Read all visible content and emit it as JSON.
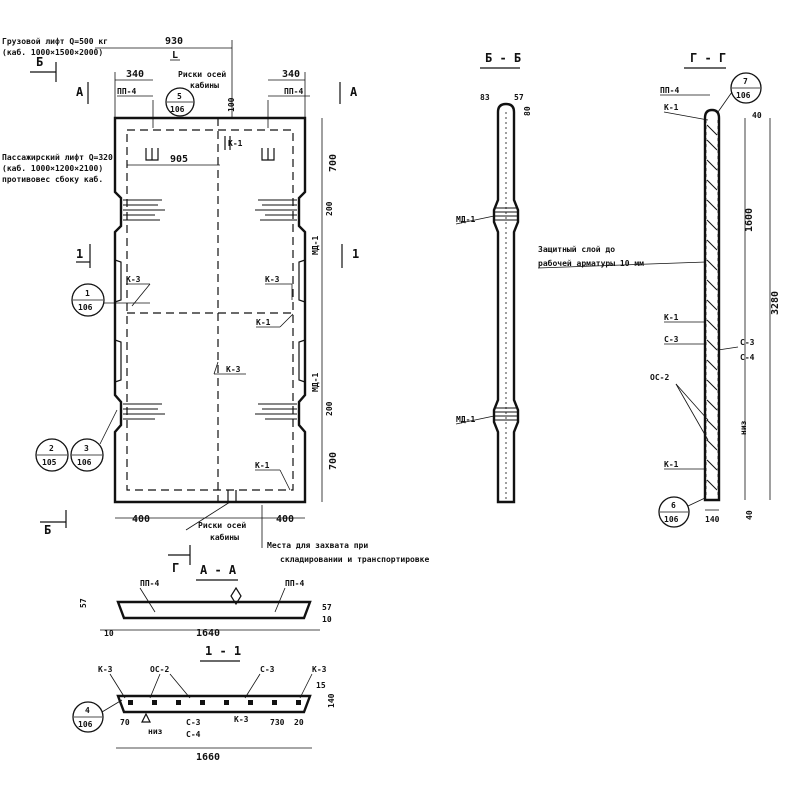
{
  "notes": {
    "cargo_lift_line1": "Грузовой лифт Q=500 кг",
    "cargo_lift_line2": "(каб. 1000×1500×2000)",
    "passenger_lift_line1": "Пассажирский лифт Q=320",
    "passenger_lift_line2": "(каб. 1000×1200×2100)",
    "passenger_lift_line3": "противовес сбоку каб.",
    "cabin_axis_top_1": "Риски осей",
    "cabin_axis_top_2": "кабины",
    "cabin_axis_bottom_1": "Риски осей",
    "cabin_axis_bottom_2": "кабины",
    "lifting_places_1": "Места для захвата при",
    "lifting_places_2": "складировании и транспортировке",
    "protective_layer_1": "Защитный слой до",
    "protective_layer_2": "рабочей арматуры 10 мм"
  },
  "section_titles": {
    "b_b": "Б - Б",
    "g_g": "Г - Г",
    "a_a": "А - А",
    "one_one": "1 - 1"
  },
  "markers": {
    "A": "А",
    "B": "Б",
    "G": "Г",
    "one": "1"
  },
  "labels": {
    "pp4": "ПП-4",
    "k1": "К-1",
    "k3": "К-3",
    "md1": "МД-1",
    "c3": "С-3",
    "c4": "С-4",
    "oc2": "ОС-2",
    "niz": "низ",
    "L": "L"
  },
  "bubbles": [
    {
      "top": "5",
      "bottom": "106"
    },
    {
      "top": "1",
      "bottom": "106"
    },
    {
      "top": "2",
      "bottom": "105"
    },
    {
      "top": "3",
      "bottom": "106"
    },
    {
      "top": "7",
      "bottom": "106"
    },
    {
      "top": "6",
      "bottom": "106"
    },
    {
      "top": "4",
      "bottom": "106"
    }
  ],
  "dims": {
    "d930": "930",
    "d340": "340",
    "d905": "905",
    "d100": "100",
    "d700": "700",
    "d200": "200",
    "d400": "400",
    "d83": "83",
    "d57": "57",
    "d80": "80",
    "d40": "40",
    "d1600": "1600",
    "d3280": "3280",
    "d140": "140",
    "d10": "10",
    "d1640": "1640",
    "d15": "15",
    "d70": "70",
    "d730": "730",
    "d20": "20",
    "d1660": "1660"
  }
}
